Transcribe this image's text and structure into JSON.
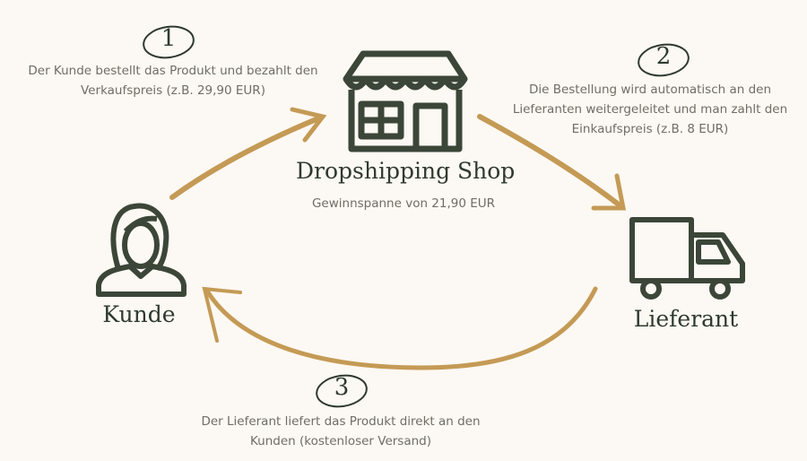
{
  "step1": {
    "number": "1",
    "text": "Der Kunde bestellt das Produkt und bezahlt den Verkaufspreis (z.B. 29,90 EUR)"
  },
  "step2": {
    "number": "2",
    "text": "Die Bestellung wird automatisch an den Lieferanten weitergeleitet und man zahlt den Einkaufspreis (z.B. 8 EUR)"
  },
  "step3": {
    "number": "3",
    "text": "Der Lieferant liefert das Produkt direkt an den Kunden (kostenloser Versand)"
  },
  "shop": {
    "title": "Dropshipping Shop",
    "margin": "Gewinnspanne von 21,90 EUR",
    "icon": "storefront-icon"
  },
  "customer": {
    "title": "Kunde",
    "icon": "woman-avatar-icon"
  },
  "supplier": {
    "title": "Lieferant",
    "icon": "delivery-truck-icon"
  },
  "colors": {
    "background": "#fcf8f3",
    "arrow": "#c49a55",
    "icon": "#3b4638",
    "text": "#6e6e66"
  }
}
